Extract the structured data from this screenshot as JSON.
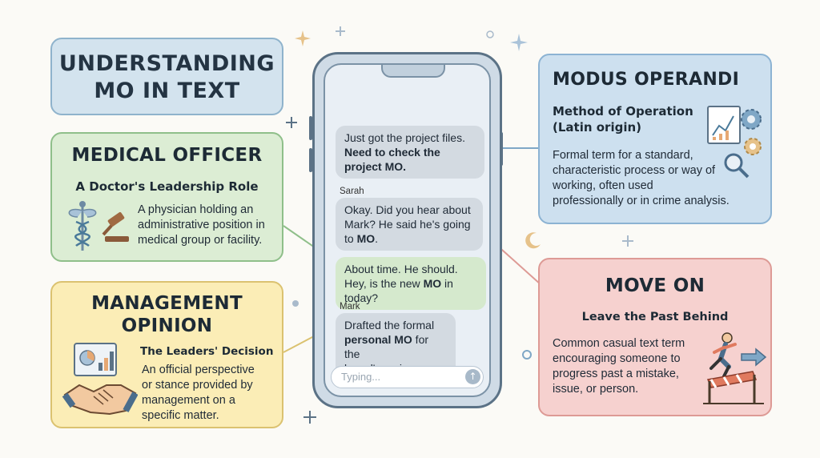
{
  "title": {
    "line1": "UNDERSTANDING",
    "line2": "MO IN TEXT"
  },
  "medical": {
    "heading": "MEDICAL OFFICER",
    "subheading": "A Doctor's Leadership Role",
    "body": [
      "A physician holding an",
      "administrative position in",
      "medical group or facility."
    ]
  },
  "management": {
    "heading_line1": "MANAGEMENT",
    "heading_line2": "OPINION",
    "subheading": "The Leaders' Decision",
    "body": [
      "An official perspective",
      "or stance provided by",
      "management on a",
      "specific matter."
    ]
  },
  "modus": {
    "heading": "MODUS OPERANDI",
    "subheading_line1": "Method of Operation",
    "subheading_line2": "(Latin origin)",
    "body": [
      "Formal term for a standard,",
      "characteristic process or way of",
      "working, often used",
      "professionally or in crime analysis."
    ]
  },
  "move_on": {
    "heading": "MOVE ON",
    "subheading": "Leave the Past Behind",
    "body": [
      "Common casual text term",
      "encouraging someone to",
      "progress past a mistake,",
      "issue, or person."
    ]
  },
  "chat": {
    "msg1": {
      "line1": "Just got the project files.",
      "line2_bold": "Need to check the",
      "line3_bold": "project MO."
    },
    "sender_sarah": "Sarah",
    "msg2": {
      "line1": "Okay. Did you hear about",
      "line2": "Mark? He said he's going",
      "line3_pre": "to ",
      "line3_bold": "MO",
      "line3_post": "."
    },
    "msg3": {
      "line1": "About time. He should.",
      "line2_pre": "Hey, is the new ",
      "line2_bold": "MO",
      "line2_post": " in today?"
    },
    "sender_mark": "Mark",
    "msg4": {
      "line1": "Drafted the formal",
      "line2_bold": "personal MO",
      "line2_post": " for the",
      "line3": "board's review."
    },
    "typing_placeholder": "Typing..."
  },
  "colors": {
    "blue_card": "#cde0ef",
    "green_card": "#dcedd4",
    "yellow_card": "#fbedb6",
    "red_card": "#f6d1cf",
    "connector_blue": "#7fa7c6",
    "connector_green": "#8fbf8a",
    "connector_yellow": "#dbc270",
    "connector_red": "#dd9a95"
  },
  "icons": [
    "caduceus-icon",
    "gavel-icon",
    "chart-icon",
    "handshake-icon",
    "gear-icon",
    "magnifier-icon",
    "runner-icon",
    "hurdle-icon",
    "arrow-right-icon",
    "send-arrow-icon"
  ]
}
